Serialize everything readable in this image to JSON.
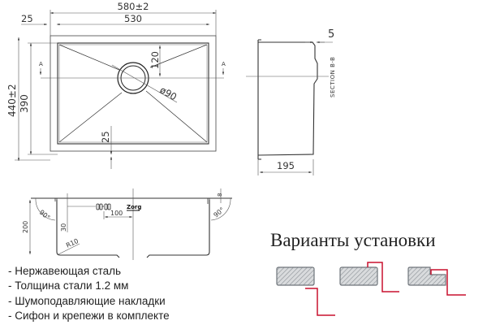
{
  "top_view": {
    "overall_width": "580±2",
    "inner_width": "530",
    "flange": "25",
    "overall_height": "440±2",
    "inner_height": "390",
    "drain_offset": "120",
    "drain_diameter": "ø90",
    "bottom_offset": "25",
    "section_marker": "A"
  },
  "side_view": {
    "depth_width": "195",
    "top_offset": "5",
    "section_label": "SECTION B-B"
  },
  "front_section": {
    "height": "200",
    "flange_thickness": "8",
    "angle_left": "90°",
    "angle_right": "90°",
    "overflow_height": "30",
    "overflow_offset": "100",
    "radius": "R10",
    "logo": "Zorg"
  },
  "features": [
    "- Нержавеющая сталь",
    "- Толщина стали 1.2 мм",
    "- Шумоподавляющие накладки",
    "- Сифон и крепежи в комплекте"
  ],
  "installation": {
    "title": "Варианты установки",
    "accent_color": "#c8102e",
    "countertop_color": "#8a8f95",
    "options": [
      "undermount",
      "overmount",
      "flush-mount"
    ]
  }
}
